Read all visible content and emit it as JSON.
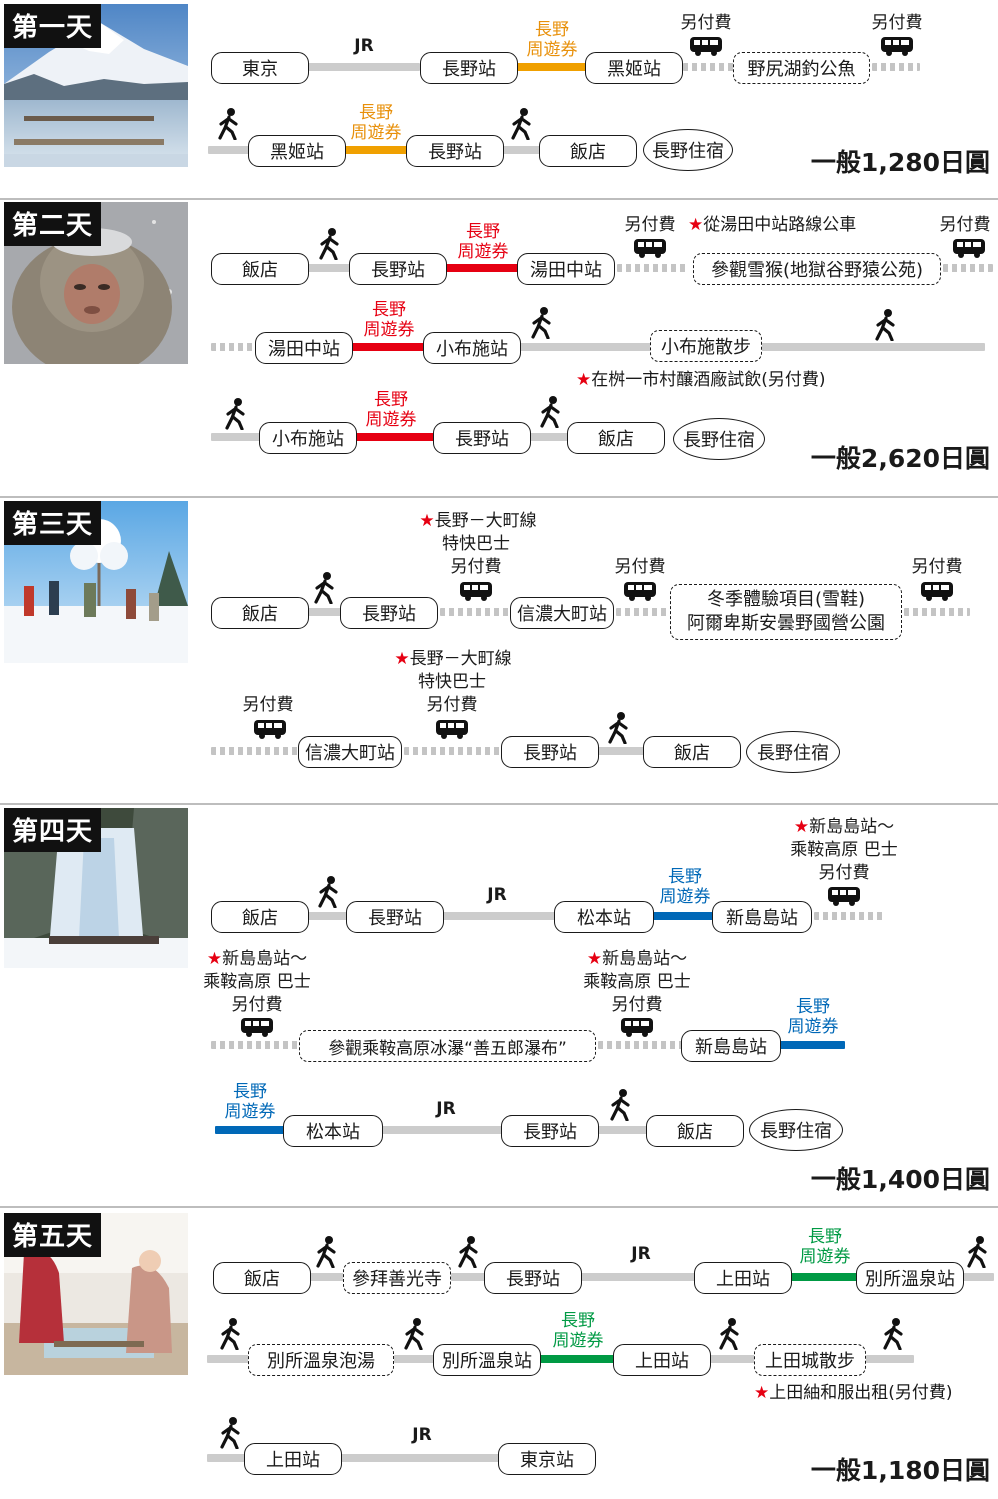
{
  "labels": {
    "jr": "JR",
    "pass_line1": "長野",
    "pass_line2": "周遊券",
    "extra_fee": "另付費"
  },
  "colors": {
    "pass_orange": "#f0a000",
    "pass_red": "#e60012",
    "pass_blue": "#0068b7",
    "pass_green": "#009a44",
    "connector_gray": "#cccccc"
  },
  "icons": {
    "walk": "walking-person-icon",
    "bus": "bus-icon",
    "star": "★"
  },
  "days": [
    {
      "title": "第一天",
      "price": "一般1,280日圓",
      "nodes": [
        "東京",
        "長野站",
        "黑姬站",
        "野尻湖釣公魚",
        "黑姬站",
        "長野站",
        "飯店",
        "長野住宿"
      ],
      "notes": []
    },
    {
      "title": "第二天",
      "price": "一般2,620日圓",
      "nodes": [
        "飯店",
        "長野站",
        "湯田中站",
        "參觀雪猴(地獄谷野猿公苑)",
        "湯田中站",
        "小布施站",
        "小布施散步",
        "小布施站",
        "長野站",
        "飯店",
        "長野住宿"
      ],
      "notes": [
        "從湯田中站路線公車",
        "在桝一市村釀酒廠試飲(另付費)"
      ]
    },
    {
      "title": "第三天",
      "price": "",
      "nodes": [
        "飯店",
        "長野站",
        "信濃大町站",
        "冬季體驗項目(雪鞋)",
        "阿爾卑斯安曇野國營公園",
        "信濃大町站",
        "長野站",
        "飯店",
        "長野住宿"
      ],
      "notes": [
        "長野－大町線",
        "特快巴士"
      ]
    },
    {
      "title": "第四天",
      "price": "一般1,400日圓",
      "nodes": [
        "飯店",
        "長野站",
        "松本站",
        "新島島站",
        "參觀乘鞍高原冰瀑“善五郎瀑布”",
        "新島島站",
        "松本站",
        "長野站",
        "飯店",
        "長野住宿"
      ],
      "notes": [
        "新島島站～",
        "乘鞍高原 巴士"
      ]
    },
    {
      "title": "第五天",
      "price": "一般1,180日圓",
      "nodes": [
        "飯店",
        "參拜善光寺",
        "長野站",
        "上田站",
        "別所溫泉站",
        "別所溫泉泡湯",
        "別所溫泉站",
        "上田站",
        "上田城散步",
        "上田站",
        "東京站"
      ],
      "notes": [
        "上田紬和服出租(另付費)"
      ]
    }
  ]
}
